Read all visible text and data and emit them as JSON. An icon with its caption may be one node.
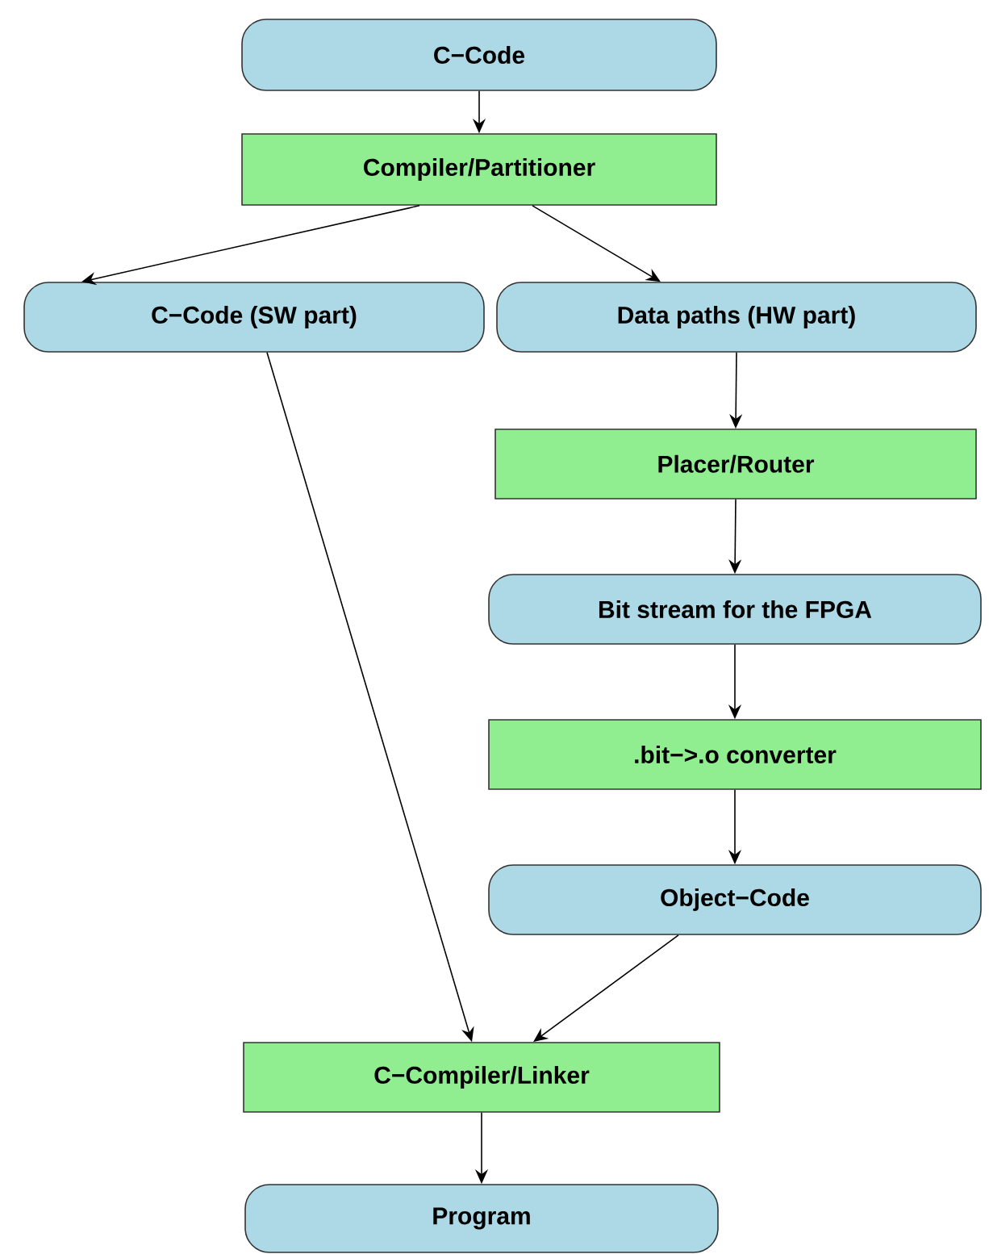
{
  "diagram": {
    "nodes": [
      {
        "text": [
          "C−Code"
        ]
      },
      {
        "text": [
          "Compiler/Partitioner"
        ]
      },
      {
        "text": [
          "C−Code (SW part)"
        ]
      },
      {
        "text": [
          "Data paths (HW part)"
        ]
      },
      {
        "text": [
          "Placer/Router"
        ]
      },
      {
        "text": [
          "Bit stream for the FPGA"
        ]
      },
      {
        "text": [
          ".bit−>.o converter"
        ]
      },
      {
        "text": [
          "Object−Code"
        ]
      },
      {
        "text": [
          "C−Compiler/Linker"
        ]
      },
      {
        "text": [
          "Program"
        ]
      }
    ],
    "edges": [
      {
        "from": 0,
        "to": 1,
        "arrow": "to"
      },
      {
        "from": 1,
        "to": 2,
        "arrow": "to"
      },
      {
        "from": 1,
        "to": 3,
        "arrow": "to"
      },
      {
        "from": 3,
        "to": 4,
        "arrow": "to"
      },
      {
        "from": 4,
        "to": 5,
        "arrow": "to"
      },
      {
        "from": 5,
        "to": 6,
        "arrow": "to"
      },
      {
        "from": 6,
        "to": 7,
        "arrow": "to"
      },
      {
        "from": 2,
        "to": 8,
        "arrow": "to"
      },
      {
        "from": 7,
        "to": 8,
        "arrow": "to"
      },
      {
        "from": 8,
        "to": 9,
        "arrow": "to"
      }
    ]
  }
}
